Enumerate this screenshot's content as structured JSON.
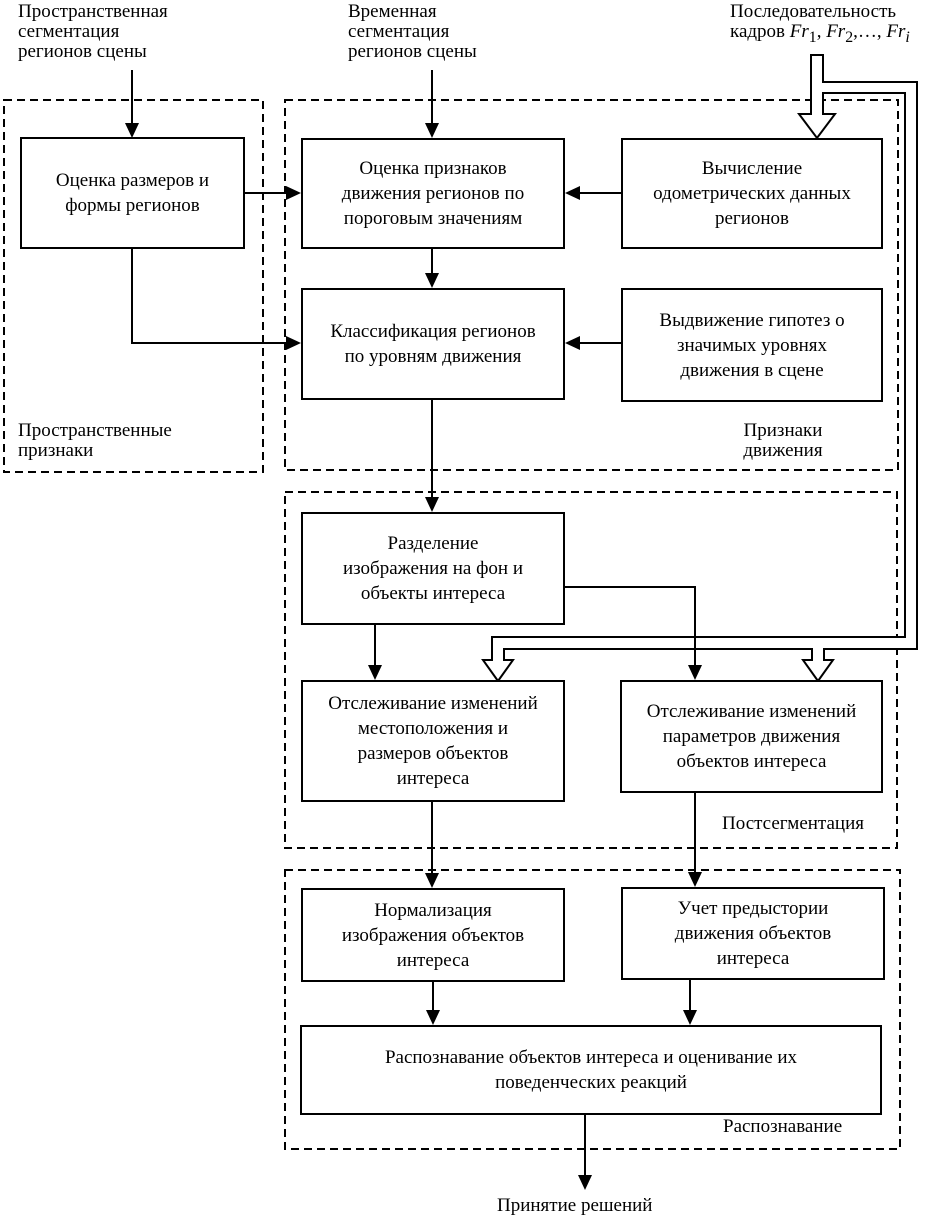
{
  "colors": {
    "ink": "#000000",
    "background": "#ffffff"
  },
  "top_labels": {
    "spatial_segmentation": {
      "lines": [
        "Пространственная",
        "сегментация",
        "регионов сцены"
      ]
    },
    "temporal_segmentation": {
      "lines": [
        "Временная",
        "сегментация",
        "регионов сцены"
      ]
    },
    "frame_sequence": {
      "html": "Последовательность<br>кадров <i>Fr</i><sub>1</sub>, <i>Fr</i><sub>2</sub>,&hellip;, <i>Fr</i><sub><i>i</i></sub>"
    }
  },
  "regions": {
    "spatial_features": {
      "label_lines": [
        "Пространственные",
        "признаки"
      ]
    },
    "motion_features": {
      "label_lines": [
        "Признаки",
        "движения"
      ]
    },
    "postsegmentation": {
      "label": "Постсегментация"
    },
    "recognition": {
      "label": "Распознавание"
    }
  },
  "boxes": {
    "size_shape_estimation": {
      "lines": [
        "Оценка размеров и",
        "формы регионов"
      ]
    },
    "motion_feature_estimation": {
      "lines": [
        "Оценка признаков",
        "движения регионов по",
        "пороговым значениям"
      ]
    },
    "region_classification": {
      "lines": [
        "Классификация регионов",
        "по уровням движения"
      ]
    },
    "odometric_computation": {
      "lines": [
        "Вычисление",
        "одометрических данных",
        "регионов"
      ]
    },
    "hypothesis_generation": {
      "lines": [
        "Выдвижение гипотез о",
        "значимых уровнях",
        "движения в сцене"
      ]
    },
    "background_separation": {
      "lines": [
        "Разделение",
        "изображения на фон и",
        "объекты интереса"
      ]
    },
    "position_size_tracking": {
      "lines": [
        "Отслеживание изменений",
        "местоположения и",
        "размеров объектов",
        "интереса"
      ]
    },
    "motion_parameter_tracking": {
      "lines": [
        "Отслеживание изменений",
        "параметров движения",
        "объектов интереса"
      ]
    },
    "image_normalization": {
      "lines": [
        "Нормализация",
        "изображения объектов",
        "интереса"
      ]
    },
    "motion_history": {
      "lines": [
        "Учет предыстории",
        "движения объектов",
        "интереса"
      ]
    },
    "object_recognition": {
      "lines": [
        "Распознавание объектов интереса и оценивание их",
        "поведенческих реакций"
      ]
    }
  },
  "output_label": "Принятие решений"
}
